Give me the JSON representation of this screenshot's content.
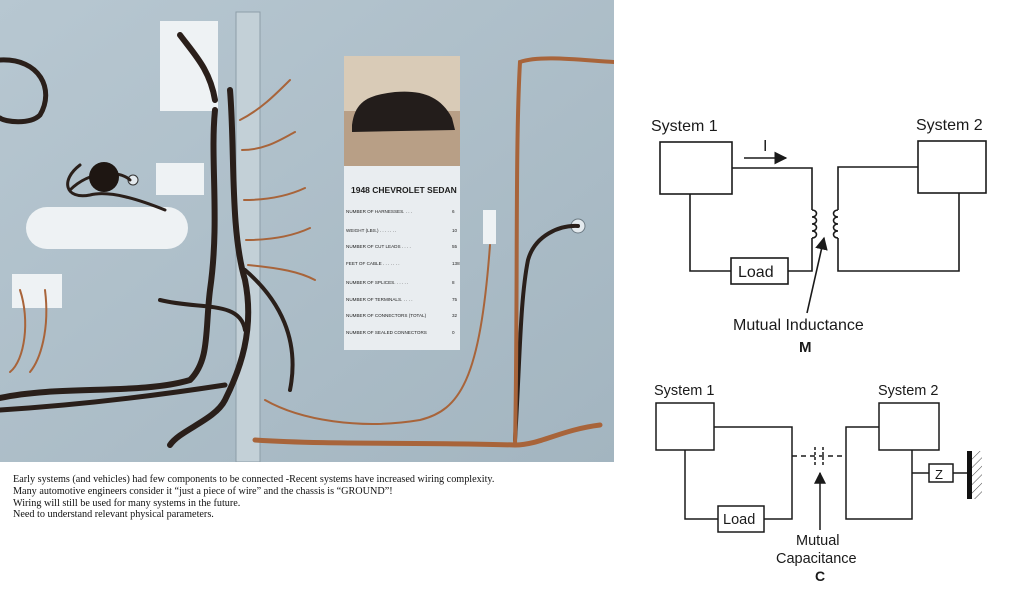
{
  "photo": {
    "placard": {
      "title": "1948 CHEVROLET SEDAN",
      "rows": [
        {
          "label": "NUMBER OF HARNESSES. . . .",
          "value": "6"
        },
        {
          "label": "WEIGHT (LBS.) . . . . . . .",
          "value": "10"
        },
        {
          "label": "NUMBER OF CUT LEADS . . . .",
          "value": "55"
        },
        {
          "label": "FEET OF CABLE . . . . . . .",
          "value": "138"
        },
        {
          "label": "NUMBER OF SPLICES. . . . . .",
          "value": "8"
        },
        {
          "label": "NUMBER OF TERMINALS. . . . .",
          "value": "75"
        },
        {
          "label": "NUMBER OF CONNECTORS (TOTAL)",
          "value": "32"
        },
        {
          "label": "NUMBER OF SEALED CONNECTORS",
          "value": "0"
        }
      ]
    }
  },
  "caption": [
    "Early systems (and vehicles) had few components to be connected -Recent systems have increased wiring complexity.",
    "Many automotive engineers consider it “just a piece of wire” and the chassis is “GROUND”!",
    "Wiring will still be used for many systems in the future.",
    "Need to understand relevant physical parameters."
  ],
  "inductance_diagram": {
    "system1": "System 1",
    "system2": "System 2",
    "current": "I",
    "load": "Load",
    "coupling_label": "Mutual Inductance",
    "symbol": "M"
  },
  "capacitance_diagram": {
    "system1": "System 1",
    "system2": "System 2",
    "load": "Load",
    "impedance": "Z",
    "coupling_label_1": "Mutual",
    "coupling_label_2": "Capacitance",
    "symbol": "C"
  },
  "colors": {
    "board": "#aebfc9",
    "harness_dark": "#2a1f1a",
    "harness_copper": "#a8643a",
    "placard": "#e9edf0"
  }
}
